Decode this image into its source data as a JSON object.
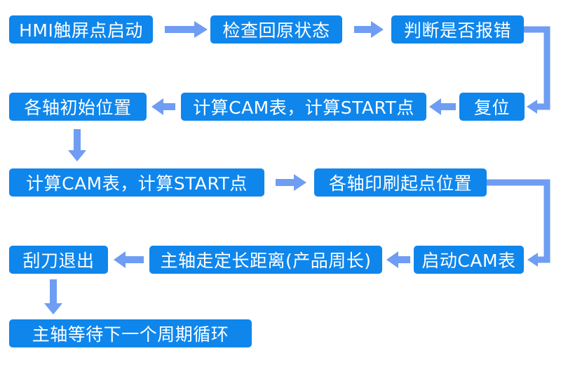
{
  "colors": {
    "box_fill": "#0f86ec",
    "box_text": "#ffffff",
    "arrow_fill": "#6e9df3",
    "background": "#ffffff"
  },
  "flowchart": {
    "boxes": [
      {
        "id": "hmi-start",
        "label": "HMI触屏点启动"
      },
      {
        "id": "check-home-status",
        "label": "检查回原状态"
      },
      {
        "id": "judge-error",
        "label": "判断是否报错"
      },
      {
        "id": "axes-initial-position",
        "label": "各轴初始位置"
      },
      {
        "id": "calc-cam-start-1",
        "label": "计算CAM表，计算START点"
      },
      {
        "id": "reset",
        "label": "复位"
      },
      {
        "id": "calc-cam-start-2",
        "label": "计算CAM表，计算START点"
      },
      {
        "id": "axes-print-start-position",
        "label": "各轴印刷起点位置"
      },
      {
        "id": "squeegee-retract",
        "label": "刮刀退出"
      },
      {
        "id": "spindle-fixed-distance",
        "label": "主轴走定长距离(产品周长)"
      },
      {
        "id": "start-cam-table",
        "label": "启动CAM表"
      },
      {
        "id": "spindle-wait-next-cycle",
        "label": "主轴等待下一个周期循环"
      }
    ],
    "flow": [
      {
        "from": "hmi-start",
        "to": "check-home-status"
      },
      {
        "from": "check-home-status",
        "to": "judge-error"
      },
      {
        "from": "judge-error",
        "to": "reset"
      },
      {
        "from": "reset",
        "to": "calc-cam-start-1"
      },
      {
        "from": "calc-cam-start-1",
        "to": "axes-initial-position"
      },
      {
        "from": "axes-initial-position",
        "to": "calc-cam-start-2"
      },
      {
        "from": "calc-cam-start-2",
        "to": "axes-print-start-position"
      },
      {
        "from": "axes-print-start-position",
        "to": "start-cam-table"
      },
      {
        "from": "start-cam-table",
        "to": "spindle-fixed-distance"
      },
      {
        "from": "spindle-fixed-distance",
        "to": "squeegee-retract"
      },
      {
        "from": "squeegee-retract",
        "to": "spindle-wait-next-cycle"
      }
    ]
  }
}
